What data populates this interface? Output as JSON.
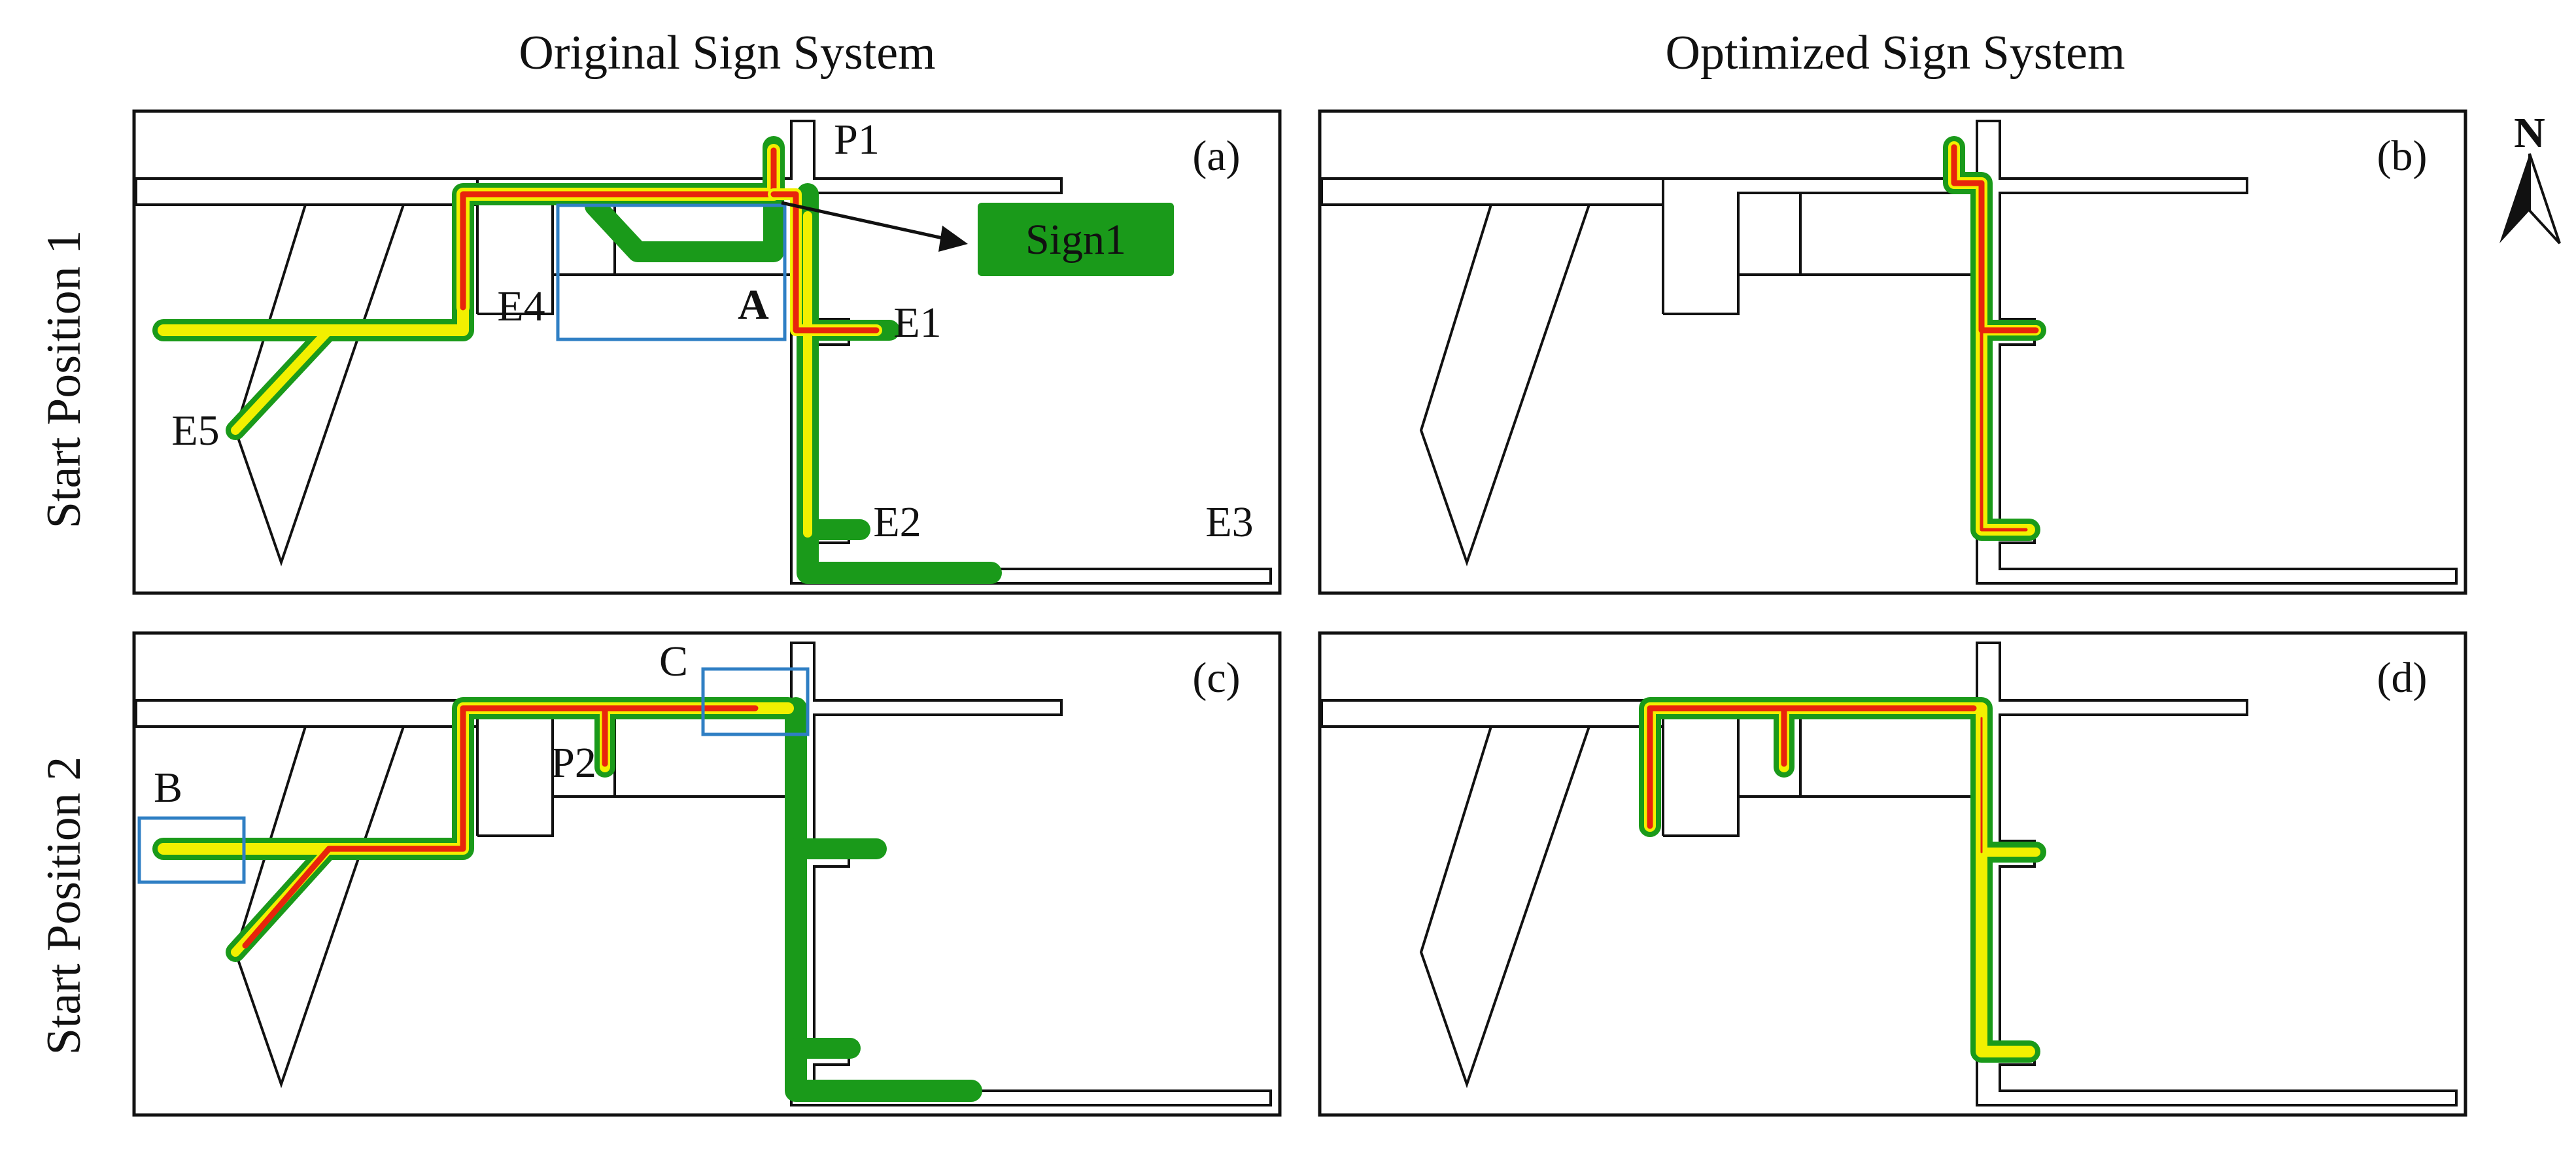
{
  "columns": {
    "original": "Original Sign System",
    "optimized": "Optimized Sign System"
  },
  "rows": {
    "start1": "Start Position 1",
    "start2": "Start Position 2"
  },
  "panels": {
    "a": "(a)",
    "b": "(b)",
    "c": "(c)",
    "d": "(d)"
  },
  "labels": {
    "P1": "P1",
    "P2": "P2",
    "E1": "E1",
    "E2": "E2",
    "E3": "E3",
    "E4": "E4",
    "E5": "E5",
    "A": "A",
    "B": "B",
    "C": "C"
  },
  "sign_callout": "Sign1",
  "compass": "N",
  "colors": {
    "route_green": "#1a9a1a",
    "route_yellow": "#f2f000",
    "route_red": "#e8240c",
    "highlight_box": "#2f7fc4",
    "sign_fill": "#1a9a1a"
  }
}
